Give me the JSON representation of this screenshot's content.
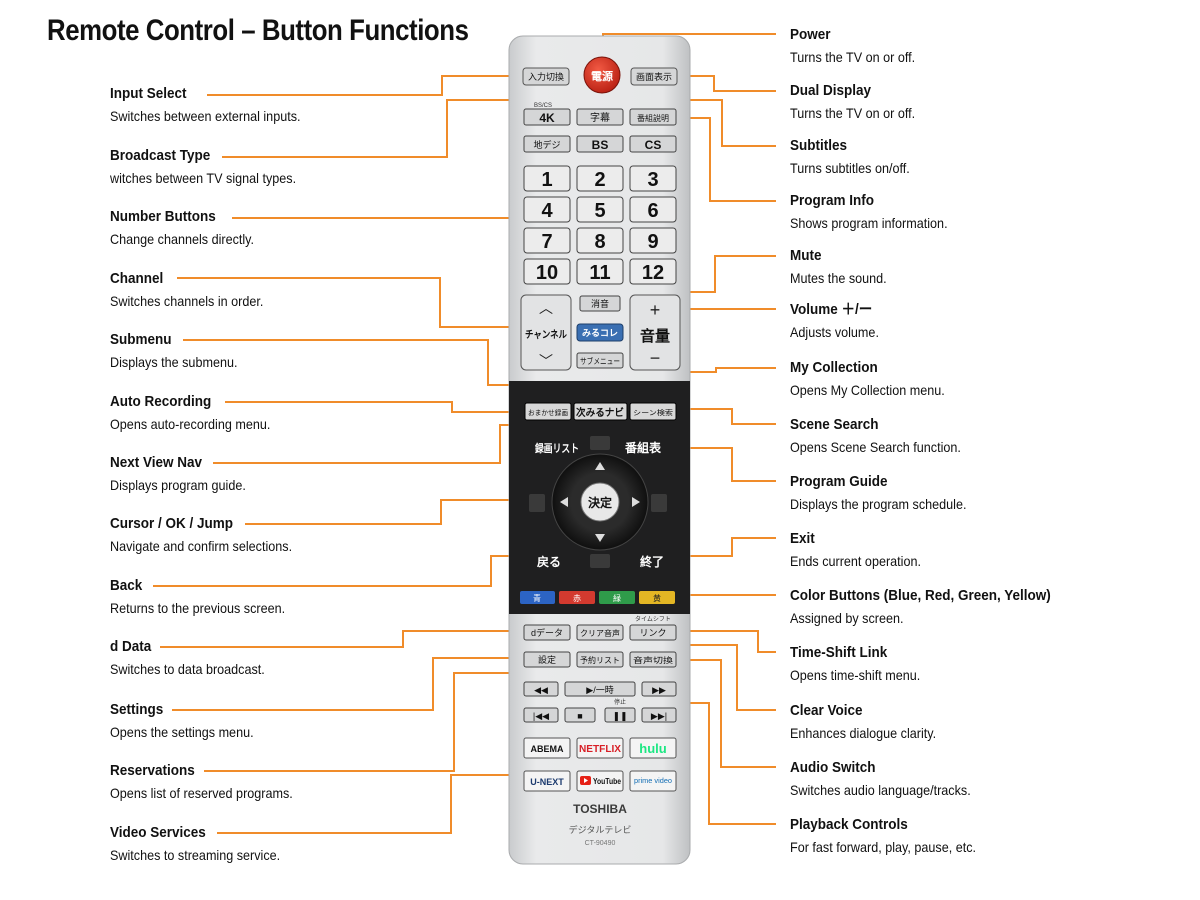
{
  "title": "Remote Control – Button Functions",
  "accent_color": "#f08c2a",
  "left_labels": [
    {
      "id": "input-select",
      "heading": "Input Select",
      "description": "Switches between external inputs."
    },
    {
      "id": "broadcast-type",
      "heading": "Broadcast Type",
      "description": "witches between TV signal types."
    },
    {
      "id": "number-buttons",
      "heading": "Number Buttons",
      "description": "Change channels directly."
    },
    {
      "id": "channel",
      "heading": "Channel",
      "description": "Switches channels in order."
    },
    {
      "id": "submenu",
      "heading": "Submenu",
      "description": "Displays the submenu."
    },
    {
      "id": "auto-recording",
      "heading": "Auto Recording",
      "description": "Opens auto-recording menu."
    },
    {
      "id": "next-view-nav",
      "heading": "Next View Nav",
      "description": "Displays program guide."
    },
    {
      "id": "cursor-ok-jump",
      "heading": "Cursor / OK / Jump",
      "description": "Navigate and confirm selections."
    },
    {
      "id": "back",
      "heading": "Back",
      "description": "Returns to the previous screen."
    },
    {
      "id": "d-data",
      "heading": "d Data",
      "description": "Switches to data broadcast."
    },
    {
      "id": "settings",
      "heading": "Settings",
      "description": "Opens the settings menu."
    },
    {
      "id": "reservations",
      "heading": "Reservations",
      "description": "Opens list of reserved programs."
    },
    {
      "id": "video-services",
      "heading": "Video Services",
      "description": "Switches to streaming service."
    }
  ],
  "right_labels": [
    {
      "id": "power",
      "heading": "Power",
      "description": "Turns the TV on or off."
    },
    {
      "id": "dual-display",
      "heading": "Dual Display",
      "description": "Turns the TV on or off."
    },
    {
      "id": "subtitles",
      "heading": "Subtitles",
      "description": "Turns subtitles on/off."
    },
    {
      "id": "program-info",
      "heading": "Program Info",
      "description": "Shows program information."
    },
    {
      "id": "mute",
      "heading": "Mute",
      "description": "Mutes the sound."
    },
    {
      "id": "volume",
      "heading": "Volume ＋/ー",
      "description": "Adjusts volume."
    },
    {
      "id": "my-collection",
      "heading": "My Collection",
      "description": "Opens My Collection menu."
    },
    {
      "id": "scene-search",
      "heading": "Scene Search",
      "description": "Opens Scene Search function."
    },
    {
      "id": "program-guide",
      "heading": "Program Guide",
      "description": "Displays the program schedule."
    },
    {
      "id": "exit",
      "heading": "Exit",
      "description": "Ends current operation."
    },
    {
      "id": "color-buttons",
      "heading": "Color Buttons (Blue, Red, Green, Yellow)",
      "description": "Assigned by screen."
    },
    {
      "id": "time-shift-link",
      "heading": "Time-Shift Link",
      "description": "Opens time-shift menu."
    },
    {
      "id": "clear-voice",
      "heading": "Clear Voice",
      "description": "Enhances dialogue clarity."
    },
    {
      "id": "audio-switch",
      "heading": "Audio Switch",
      "description": "Switches audio language/tracks."
    },
    {
      "id": "playback-controls",
      "heading": "Playback Controls",
      "description": "For fast forward, play, pause, etc."
    }
  ],
  "remote": {
    "power": "電源",
    "input_switch": "入力切換",
    "dual_display": "画面表示",
    "bs_cs_tag": "BS/CS",
    "k4": "4K",
    "subtitles": "字幕",
    "program_info": "番組説明",
    "terrestrial": "地デジ",
    "bs": "BS",
    "cs": "CS",
    "numbers": [
      "1",
      "2",
      "3",
      "4",
      "5",
      "6",
      "7",
      "8",
      "9",
      "10",
      "11",
      "12"
    ],
    "mute": "消音",
    "channel": "チャンネル",
    "my_collection": "みるコレ",
    "submenu": "サブメニュー",
    "volume": "音量",
    "plus": "+",
    "minus": "−",
    "up_chevron": "︿",
    "down_chevron": "﹀",
    "auto_recording": "おまかせ録画",
    "next_view_nav": "次みるナビ",
    "scene_search": "シーン検索",
    "recorded_list": "録画リスト",
    "program_guide": "番組表",
    "ok": "決定",
    "back": "戻る",
    "exit": "終了",
    "color_blue": "青",
    "color_red": "赤",
    "color_green": "緑",
    "color_yellow": "黄",
    "timeshift_tag": "タイムシフト",
    "d_data": "dデータ",
    "clear_voice": "クリア音声",
    "link": "リンク",
    "settings": "設定",
    "reservations": "予約リスト",
    "audio_switch": "音声切換",
    "rewind": "◀◀",
    "play": "▶/一時",
    "fast_forward": "▶▶",
    "stop_tag": "停止",
    "prev": "|◀◀",
    "stop": "■",
    "pause": "❚❚",
    "next": "▶▶|",
    "abema": "ABEMA",
    "netflix": "NETFLIX",
    "hulu": "hulu",
    "unext": "U-NEXT",
    "youtube": "YouTube",
    "prime_video": "prime video",
    "brand": "TOSHIBA",
    "subtitle_brand": "デジタルテレビ",
    "model": "CT-90490"
  }
}
